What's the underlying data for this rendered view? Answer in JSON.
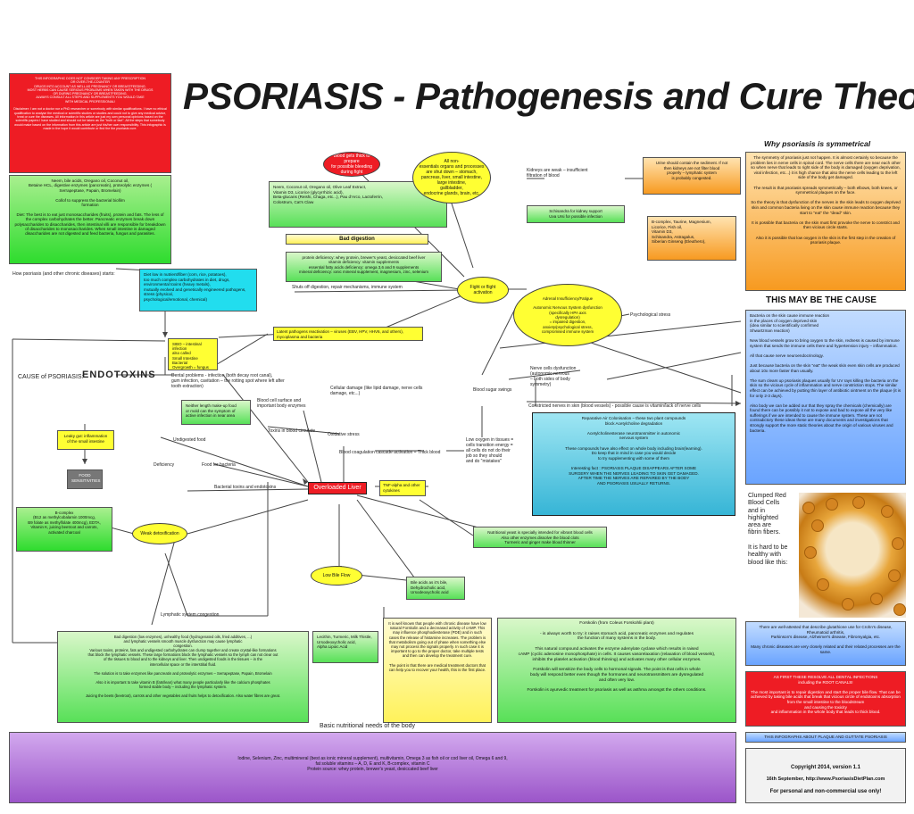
{
  "title": "PSORIASIS - Pathogenesis and Cure Theory",
  "disclaimer": "THIS INFOGRAPHIC DOES NOT CONSIDER TAKING ANY PRESCRIPTION\nOR OVER-THE-COUNTER\nDRUGS INTO ACCOUNT AS WELL AS PREGNANCY OR BREASTFEEDING.\nMOST HERBS CAN CAUSE SERIOUS PROBLEMS WHEN TAKEN WITH THE DRUGS\nOR DURING PREGNANCY OR BREASTFEEDING.\nALWAYS CONSULT ALL STEPS AND SUPPLEMENTS YOU WOULD TAKE\nWITH MEDICAL PROFESSIONAL!\n\nDisclaimer: I am not a doctor nor a PhD researcher or somebody with similar qualifications. I have no ethical qualification to analyse the medical or scientific studies or studies and could not to give any medical advice, treat or cure the diseases. All information in this article are just my own personal opinions based on the scientific papers I have studied and should not be taken as the \"truth or fact\". All the steps that somebody would make based on the information from this article are just his/her own responsibility. This infographic is made in the hope it would contribute or find the the psoriasis cure.",
  "green_left": {
    "supplements": "Neem, bile acids, Oregano oil, Coconut oil,\nBetaine HCL, digestive enzymes (pancreatin), proteolytic enzymes (\nSerrapeptase, Papain, Bromelain)\n\nCollof to suppress the bacterial biofilm\nformation\n\nDiet: The best is to eat just monosaccharides (fruits), protein and fats. The less of the complex carbohydrates the better. Pancreatic enzymes break down polysaccharides to disaccharides, then intestinal villi are responsible for breakdown of disaccharides to monosaccharides. When small intestine is damaged disaccharides are not digested and feed bacteria, fungus and parasites.",
    "bvitamins": "B-complex\n(B12 as methylcobalamin 1000mcg,\nB9 folate as methylfolate 400mcg), EDTA,\nVitamin K, juicing beetroot and carrots,\nactivated charcoal",
    "food_sensitivities": "FOOD\nSENSITIVITIES"
  },
  "left_labels": {
    "how_starts": "How psoriasis (and other chronic diseases) starts:",
    "cause_prefix": "CAUSE of PSORIASIS:",
    "cause_main": "ENDOTOXINS"
  },
  "cyan_diet": "Diet low in nutrient/fiber (corn, rice, potatoes),\ntoo much complex carbohydrates in diet, drugs,\nenvironmental toxins (heavy metals),\nmutually evolved and genetically engineered pathogens,\nstress (physical,\npsychological/emotional, chemical)",
  "sibo": "SIBO – intestinal infection\nalso called\nSmall Intestine Bacterial\nOvergrowth = fungus and\nparasites",
  "leaky_gut": "Leaky gut: inflammation\nof the small intestine",
  "bad_digestion": {
    "title": "Bad digestion",
    "body": "protein deficiency: whey protein, brewer's yeast, desiccated beef liver\nvitamin deficiency: vitamin supplements\nessential fatty acids deficiency: omega 3,6 and 9 supplements\nmineral deficiency: ionic mineral supplement, magnesium, zinc, selenium"
  },
  "shuts_off": "Shuts off digestion, repair mechanisms, immune system",
  "neem_box": "Neem, Coconut oil, Oregano oil, Olive Leaf Extract,\nVitamin D3, Licorice (glycyrrhizic acid),\nBeta-glucans (Reishi, Chaga, etc...), Pau d'Arco, Lactoferrin,\nColostrum, Cat's Claw",
  "red_ellipse": "Blood gets thick to prepare\nfor possible bleeding during fight",
  "yellow_ellipse": "All non-\nessentials organs and processes\nare shut down – stomach,\npancreas, liver, small intestine, large intestine,\ngallbladder,\nendocrine glands, brain, etc.",
  "kidneys_text": "Kidneys are weak – insufficient\nfiltration of blood",
  "schisandra_box": "Schisandra for kidney support\nUva Ursi for possible infection",
  "urine_box": "Urine should contain the sediment. If not\nthen kidneys are not filter blood\nproperly – lymphatic system\nis probably congested.",
  "bcomplex_box": "B-complex, Taurine, Magnesium,\nLicorice, Fish oil,\nVitamin D3,\nSchisandra, Astragalus,\nSiberian Ginseng (Eleuthero),",
  "fight_flight": "Fight or flight activation",
  "adrenal_ellipse": "Adrenal Insufficiency/Fatigue\n\nAutonomic Nervous System dysfunction\n(specifically HPA axis\ndysregulation)\n= impaired digestion,\nanxiety/psychological stress,\ncompromised immune system",
  "psych_stress": "Psychological stress",
  "latent_box": "Latent pathogens reactivation – viruses (EBV, HPV, HHV6, and others),\nmycoplasma and bacteria",
  "dental_text": "Dental problems - infection (both decay root canal),\ngum infection, cavitation – the rotting spot where left after\ntooth extraction)",
  "yellow_small": "Neither length make-up food\nor mold can the symptom of\nactive infection in near area",
  "blood_cell": "Blood cell surface and\nimportant body enzymes",
  "cellular_damage": "Cellular damage (like lipid damage, nerve cells\ndamage, etc...)",
  "toxins_text": "Toxins in blood circulate",
  "oxidative": "Oxidative stress",
  "undigested": "Undigested food",
  "deficiency": "Deficiency",
  "food_bacteria": "Food for bacteria",
  "bacterial_toxins": "Bacterial toxins and endotoxins",
  "blood_coag": "Blood coagulation cascade activation = Thick blood",
  "blood_sugar": "Blood sugar swings",
  "low_oxygen": "Low oxygen in tissues =\ncells transition energy =\nall cells do not do their\njob so they should\nand do \"mistakes\"",
  "nerve_cells": "Nerve cells dysfunction\n(autonomic nervous\n– both sides of body\nsymmetry)",
  "constricted": "Constricted nerves in skin (blood vessels) - possible cause is vitamin/lack of nerve cells",
  "overloaded_liver": "Overloaded Liver",
  "tnf_box": "TNF-alpha and other\ncytokines",
  "cyan_big": "Reparative Air Colonisation – these two plant compounds\nblock Acetylcholine degradation\n\nAcetylcholinesterase neurotransmitter in autonomic\nnervous system\n\nThese compounds have also effect on whole body including brain(learning).\nDo keep that in mind in case you would decide\nto try supplementing with some of them\n\nInteresting fact : PSORIASIS PLAQUE DISAPPEARS AFTER SOME\nSURGERY WHEN THE NERVES LEADING TO SKIN GET DAMAGED.\nAFTER TIME THE NERVES ARE REPAIRED BY THE BODY\nAND PSORIASIS USUALLY RETURNS.",
  "nutritional_green": "Nutritional yeast is specially intended for vibrant blood cells\nAlso other enzymes dissolve the blood clots\nTurmeric and ginger make blood thinner",
  "weak_detox": "Weak detoxification",
  "low_bile": "Low Bile Flow",
  "bile_acids": "Bile acids as it's bile,\nDehydrocholic acid,\nUrsodeoxycholic acid",
  "lymphatic": "Lymphatic system congestion",
  "lecithin_box": "Lecithin, Turmeric, Milk Thistle,\nUrsodeoxycholic acid,\nAlpha Lipoic Acid",
  "bile_green": "Bad digestion (low enzymes), unhealthy food (hydrogenated oils, fried additives, ...)\nand lymphatic vessels smooth muscle dysfunction may cause lymphatic\ncongestion.\nVarious toxins, proteins, fats and undigested carbohydrates can clump together and create crystal-like formations\nthat block the lymphatic vessels. These large formations block the lymphatic vessels so the lymph can not clear out\nof the tissues to blood and to the kidneys and liver. Then undigested foods in the tissues – in the\nintercellular space or the interstitial fluid.\n\nThe solution is to take enzymes like pancreatin and proteolytic enzymes – Serrapeptase, Papain, Bromelain\n\nAlso it is important to take vitamin B (fats/lean) what many people particularly like the calcium phosphates\nformed stable body – including the lymphatic system.\n\nJuicing the beets (beetroot), carrots and other vegetables and fruits helps to detoxification. Also water fibres are great.",
  "yellow_bottom": "It is well known that people with chronic disease have low natural Forskolin and a decreased activity of cAMP. This may influence phosphodiesterase (PDE) and in such cases the release of histamine increases. The problem is that metabolism going out of phase when something else may not process the signals properly. In such case it is important to go to the proper doctor, take multiple tests and then can develop the treatment cure.\n\nThe point is that there are medical treatment doctors that can help you to recover your health, this is the first place.",
  "forskolin": "Forskolin (from Coleus Forskohlii plant)\n\n- is always worth to try: it raises stomach acid, pancreatic enzymes and regulates\nthe function of many systems in the body.\n\nThis natural compound activates the enzyme adenylate cyclase which results in raised\ncAMP (cyclic adenosine monophosphate) in cells. It causes vasorelaxation (relaxation of blood vessels),\ninhibits the platelet activation (blood thinning) and activates many other cellular enzymes.\n\nForskolin will sensitize the body cells to hormonal signals. The point is that cells in whole\nbody will respond better even though the hormones and neurotransmitters are dysregulated\nand often very low.\n\nForskolin is ayurvedic treatment for psoriasis as well as asthma amongst the others conditions.",
  "basic_needs": "Basic nutritional needs of the body",
  "purple_bottom": "Iodine, Selenium, Zinc, multimineral (best as ionic mineral supplement), multivitamin, Omega 3 as fish oil or cod liver oil, Omega 6 and 9,\nfat soluble vitamins – A, D, E and K, B-complex, vitamin C\nProtein source: whey protein, brewer's yeast, desiccated beef liver",
  "why_symmetric": {
    "title": "Why psoriasis is symmetrical",
    "body": "The symmetry of psoriasis just not happen. It is almost certainly so because the problem lies in nerve cells in spinal cord. The nerve cells there are near each other so when nerve that leads to right side of the body is damaged (oxygen deprivation, viral infection, etc...) it is high chance that also the nerve cells leading to the left side of the body get damaged.\n\nThe result is that psoriasis spreads symmetrically – both elbows, both knees, or symmetrical plaques on the face.\n\nSo the theory is that dysfunction of the nerves in the skin leads to oxygen deprived skin and common bacteria living on the skin cause immune reaction because they start to \"eat\" the \"dead\" skin.\n\nIt is possible that bacteria on the skin must first provoke the nerve to constrict and then vicious circle starts.\n\nAlso it is possible that low oxygen in the skin is the first step in the creation of psoriasis plaque."
  },
  "may_be_cause": {
    "title": "THIS MAY BE THE CAUSE",
    "body": "Bacteria on the skin cause immune reaction\nin the places of oxygen deprived skin\n(idea similar to scientifically confirmed\nShwartzman reaction)\n\nNew blood vessels grow to bring oxygen to the skin, redness is caused by immune system that sends the immune cells there and hypertension injury – inflammation.\n\nAll that cause nerve neuroendocrinology.\n\nJust because bacteria on the skin \"eat\" the weak skin even skin cells are produced about 10x more faster than usually.\n\nThe sum clears up psoriasis plaques usually for UV rays killing the bacteria on the skin so the vicious cycle of inflammation and nerve constriction stops. The similar effect can be achieved by putting thin layer of antibiotic ointment on the plaque (it is for only 2-3 days).\n\nAlso body we can be added our that they spray the chemicals (chemically) are found there can be possibly it not to expose and bad to expose all the very like sufferings if we are intended to cause the immune system. These are not contradictory these ideas these are many documents and investigations that strongly support the more static theories about the origin of various viruses and bacteria."
  },
  "clumped": "Clumped Red\nBlood Cells\nand in\nhighlighted\narea are\nfibrin fibers.\n\nIt is hard to be\nhealthy with\nblood like this:",
  "crohn_box": "There are well-attested that describe glutathione use for Crohn's disease,\nRheumatoid arthritis,\nParkinson's disease, Alzheimer's disease, Fibromyalgia, etc.\n\nMany chronic diseases are very closely related and their related processes are the same.",
  "red_bottom": "AS FIRST THESE RESOLVE ALL DENTAL INFECTIONS\nincluding the ROOT CANALS!\n\nThe most important is to repair digestion and start the proper bile flow. That can be achieved by taking bile acids that break that vicious circle of endotoxins absorption from the small intestine to the bloodstream\nand causing the toxicity\nand inflammation in the whole body that leads to thick blood.",
  "plaque_link": "THIS INFOGRAPHS ABOUT PLAQUE AND GUTTATE PSORIASIS",
  "copyright": {
    "line1": "Copyright 2014, version 1.1",
    "line2": "16th September, http://www.PsoriasisDietPlan.com",
    "line3": "For personal and non-commercial use only!"
  }
}
